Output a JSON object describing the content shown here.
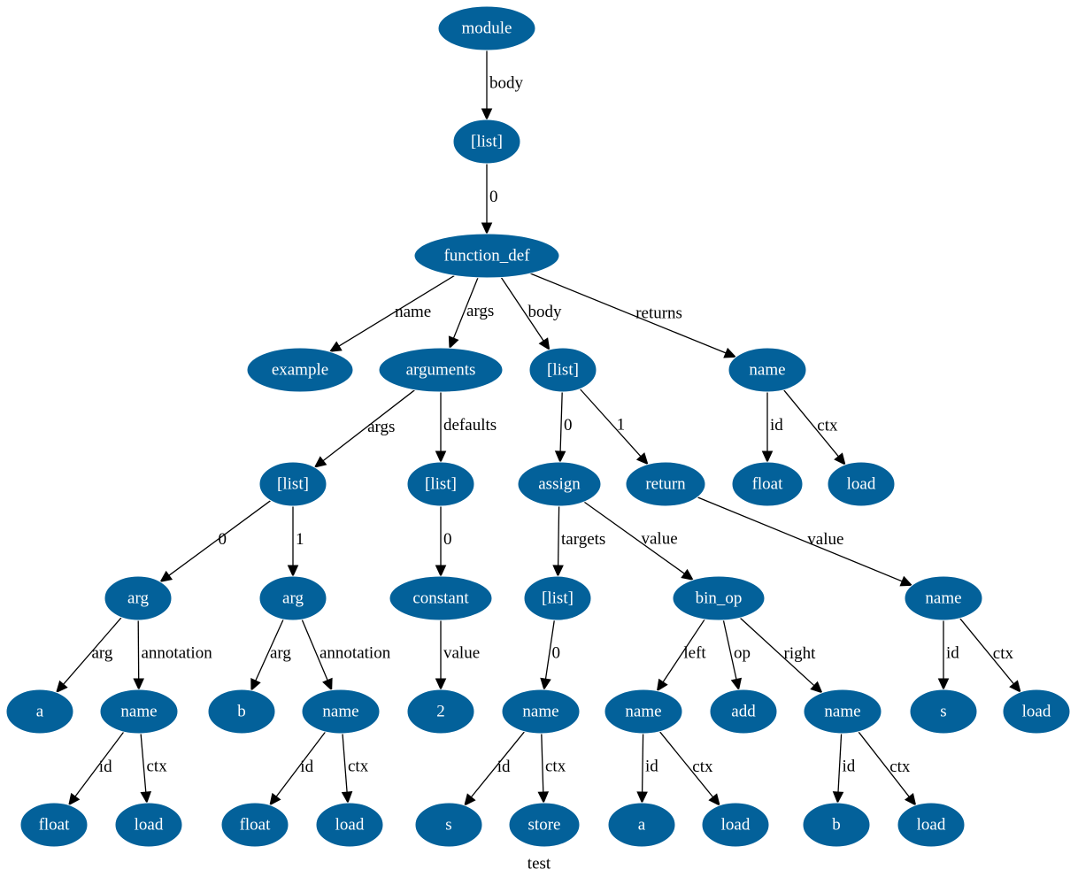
{
  "graph": {
    "caption": "test",
    "colors": {
      "node_fill": "#03619a",
      "node_text": "#ffffff",
      "edge": "#000000"
    },
    "nodes": [
      {
        "id": "module",
        "label": "module"
      },
      {
        "id": "list_body",
        "label": "[list]"
      },
      {
        "id": "function_def",
        "label": "function_def"
      },
      {
        "id": "example",
        "label": "example"
      },
      {
        "id": "arguments",
        "label": "arguments"
      },
      {
        "id": "list_fbody",
        "label": "[list]"
      },
      {
        "id": "name_ret",
        "label": "name"
      },
      {
        "id": "list_args",
        "label": "[list]"
      },
      {
        "id": "list_defaults",
        "label": "[list]"
      },
      {
        "id": "assign",
        "label": "assign"
      },
      {
        "id": "return",
        "label": "return"
      },
      {
        "id": "float_ret",
        "label": "float"
      },
      {
        "id": "load_ret",
        "label": "load"
      },
      {
        "id": "arg_a",
        "label": "arg"
      },
      {
        "id": "arg_b",
        "label": "arg"
      },
      {
        "id": "constant",
        "label": "constant"
      },
      {
        "id": "list_targets",
        "label": "[list]"
      },
      {
        "id": "bin_op",
        "label": "bin_op"
      },
      {
        "id": "name_retval",
        "label": "name"
      },
      {
        "id": "a",
        "label": "a"
      },
      {
        "id": "name_ann_a",
        "label": "name"
      },
      {
        "id": "b",
        "label": "b"
      },
      {
        "id": "name_ann_b",
        "label": "name"
      },
      {
        "id": "two",
        "label": "2"
      },
      {
        "id": "name_s_store",
        "label": "name"
      },
      {
        "id": "name_left",
        "label": "name"
      },
      {
        "id": "add",
        "label": "add"
      },
      {
        "id": "name_right",
        "label": "name"
      },
      {
        "id": "s_retval",
        "label": "s"
      },
      {
        "id": "load_retval",
        "label": "load"
      },
      {
        "id": "float_a",
        "label": "float"
      },
      {
        "id": "load_a",
        "label": "load"
      },
      {
        "id": "float_b",
        "label": "float"
      },
      {
        "id": "load_b",
        "label": "load"
      },
      {
        "id": "s_store",
        "label": "s"
      },
      {
        "id": "store",
        "label": "store"
      },
      {
        "id": "a_left",
        "label": "a"
      },
      {
        "id": "load_left",
        "label": "load"
      },
      {
        "id": "b_right",
        "label": "b"
      },
      {
        "id": "load_right",
        "label": "load"
      }
    ],
    "edges": [
      {
        "from": "module",
        "to": "list_body",
        "label": "body"
      },
      {
        "from": "list_body",
        "to": "function_def",
        "label": "0"
      },
      {
        "from": "function_def",
        "to": "example",
        "label": "name"
      },
      {
        "from": "function_def",
        "to": "arguments",
        "label": "args"
      },
      {
        "from": "function_def",
        "to": "list_fbody",
        "label": "body"
      },
      {
        "from": "function_def",
        "to": "name_ret",
        "label": "returns"
      },
      {
        "from": "arguments",
        "to": "list_args",
        "label": "args"
      },
      {
        "from": "arguments",
        "to": "list_defaults",
        "label": "defaults"
      },
      {
        "from": "list_fbody",
        "to": "assign",
        "label": "0"
      },
      {
        "from": "list_fbody",
        "to": "return",
        "label": "1"
      },
      {
        "from": "name_ret",
        "to": "float_ret",
        "label": "id"
      },
      {
        "from": "name_ret",
        "to": "load_ret",
        "label": "ctx"
      },
      {
        "from": "list_args",
        "to": "arg_a",
        "label": "0"
      },
      {
        "from": "list_args",
        "to": "arg_b",
        "label": "1"
      },
      {
        "from": "list_defaults",
        "to": "constant",
        "label": "0"
      },
      {
        "from": "assign",
        "to": "list_targets",
        "label": "targets"
      },
      {
        "from": "assign",
        "to": "bin_op",
        "label": "value"
      },
      {
        "from": "return",
        "to": "name_retval",
        "label": "value"
      },
      {
        "from": "arg_a",
        "to": "a",
        "label": "arg"
      },
      {
        "from": "arg_a",
        "to": "name_ann_a",
        "label": "annotation"
      },
      {
        "from": "arg_b",
        "to": "b",
        "label": "arg"
      },
      {
        "from": "arg_b",
        "to": "name_ann_b",
        "label": "annotation"
      },
      {
        "from": "constant",
        "to": "two",
        "label": "value"
      },
      {
        "from": "list_targets",
        "to": "name_s_store",
        "label": "0"
      },
      {
        "from": "bin_op",
        "to": "name_left",
        "label": "left"
      },
      {
        "from": "bin_op",
        "to": "add",
        "label": "op"
      },
      {
        "from": "bin_op",
        "to": "name_right",
        "label": "right"
      },
      {
        "from": "name_retval",
        "to": "s_retval",
        "label": "id"
      },
      {
        "from": "name_retval",
        "to": "load_retval",
        "label": "ctx"
      },
      {
        "from": "name_ann_a",
        "to": "float_a",
        "label": "id"
      },
      {
        "from": "name_ann_a",
        "to": "load_a",
        "label": "ctx"
      },
      {
        "from": "name_ann_b",
        "to": "float_b",
        "label": "id"
      },
      {
        "from": "name_ann_b",
        "to": "load_b",
        "label": "ctx"
      },
      {
        "from": "name_s_store",
        "to": "s_store",
        "label": "id"
      },
      {
        "from": "name_s_store",
        "to": "store",
        "label": "ctx"
      },
      {
        "from": "name_left",
        "to": "a_left",
        "label": "id"
      },
      {
        "from": "name_left",
        "to": "load_left",
        "label": "ctx"
      },
      {
        "from": "name_right",
        "to": "b_right",
        "label": "id"
      },
      {
        "from": "name_right",
        "to": "load_right",
        "label": "ctx"
      }
    ]
  }
}
